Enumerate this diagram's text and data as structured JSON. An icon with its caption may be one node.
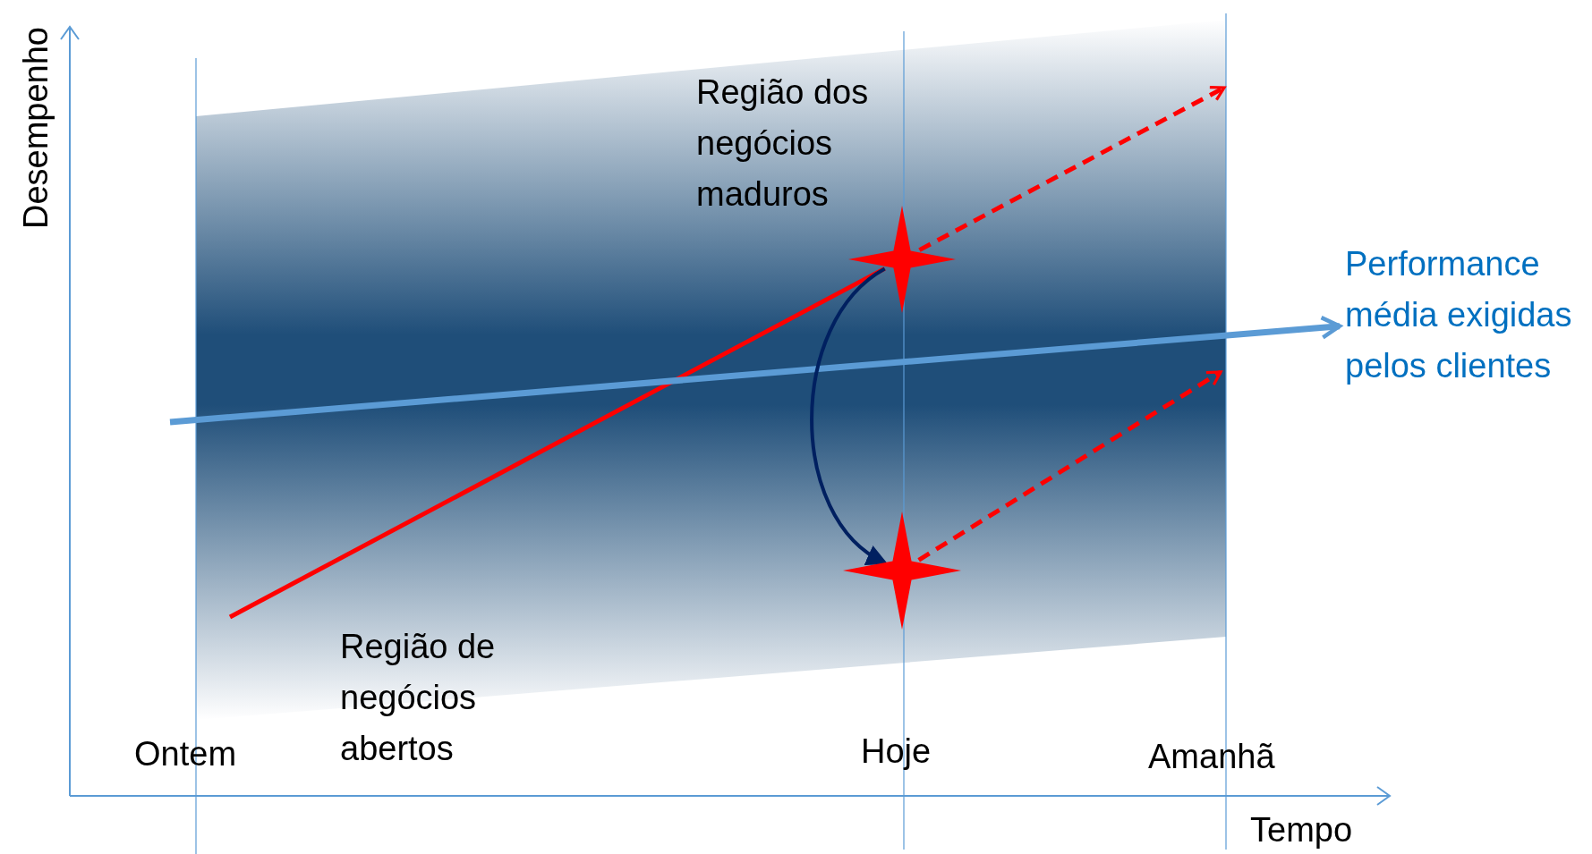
{
  "diagram": {
    "nodes": [
      {
        "text": [],
        "shape": "star"
      },
      {
        "text": [],
        "shape": "star"
      },
      {
        "text": [
          "Performance média exigidas pelos clientes"
        ]
      }
    ],
    "edges": [
      {
        "from": null,
        "to": 0,
        "arrow": "none"
      },
      {
        "from": 0,
        "to": null,
        "arrow": "to",
        "style": "dashed"
      },
      {
        "from": 1,
        "to": null,
        "arrow": "to",
        "style": "dashed"
      },
      {
        "from": null,
        "to": 2,
        "arrow": "to",
        "color": "#5b9bd5"
      },
      {
        "from": 0,
        "to": 1,
        "arrow": "to",
        "color": "#002060"
      }
    ],
    "labels": [
      "Desempenho",
      "Região dos negócios maduros",
      "Região de negócios abertos",
      "Ontem",
      "Hoje",
      "Amanhã",
      "Tempo"
    ]
  }
}
